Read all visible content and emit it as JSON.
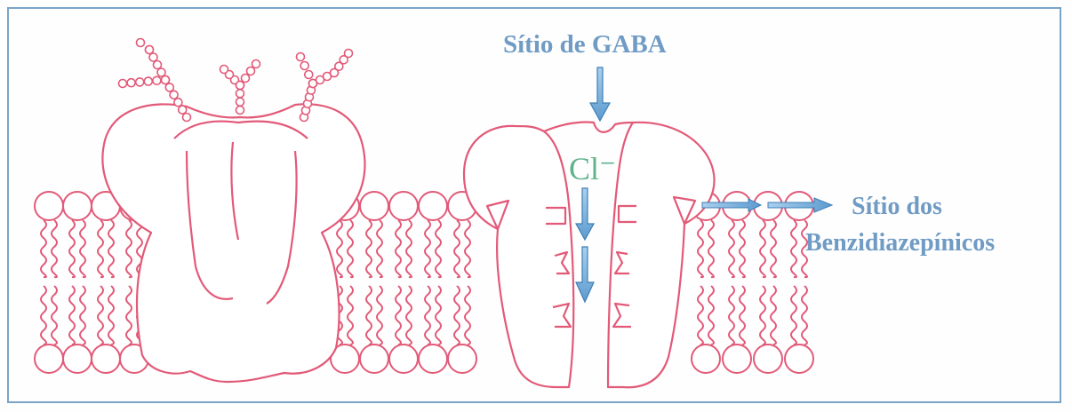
{
  "labels": {
    "gaba_site": "Sítio de GABA",
    "chloride": "Cl⁻",
    "benzodiazepine_site_line1": "Sítio dos",
    "benzodiazepine_site_line2": "Benzidiazepínicos"
  },
  "colors": {
    "membrane": "#e25a78",
    "label_blue": "#6f9bc4",
    "arrow_blue": "#7fb3dd",
    "arrow_stroke": "#3f7fb5",
    "chloride_green": "#5fb38a",
    "frame": "#7aa4c8"
  }
}
